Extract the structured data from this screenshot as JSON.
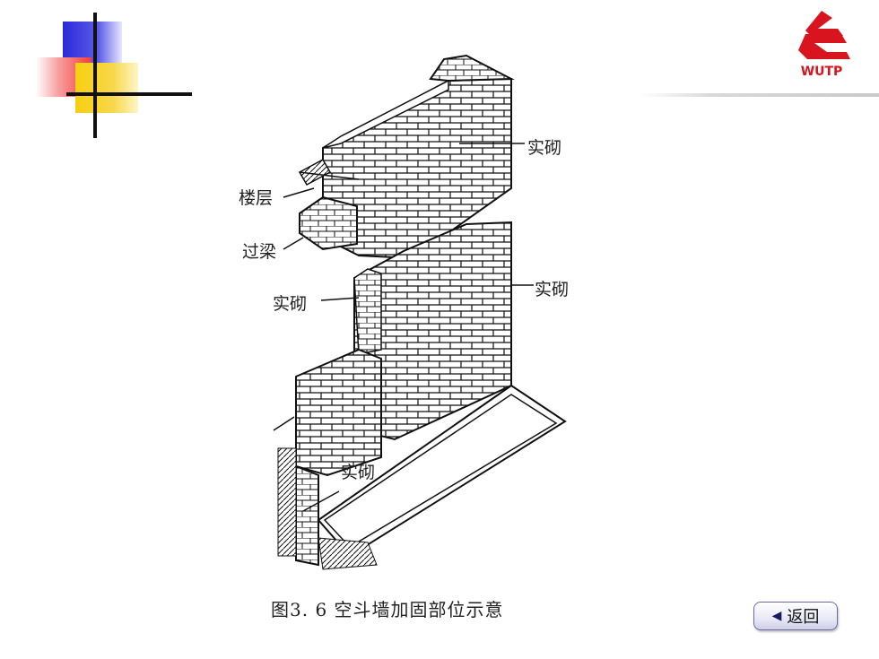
{
  "logo": {
    "text": "WUTP",
    "icon": "wutp-logo-icon",
    "color": "#d8141e"
  },
  "figure": {
    "labels": {
      "top_right": "实砌",
      "floor": "楼层",
      "lintel": "过梁",
      "mid_left": "实砌",
      "mid_right": "实砌",
      "bottom": "实砌"
    }
  },
  "caption": "图3. 6 空斗墙加固部位示意",
  "back_button": {
    "icon": "left-triangle-icon",
    "label": "返回"
  },
  "colors": {
    "line": "#111111",
    "blue": "#2a2ad8",
    "red": "#f03c3c",
    "yellow": "#f7cf10"
  }
}
